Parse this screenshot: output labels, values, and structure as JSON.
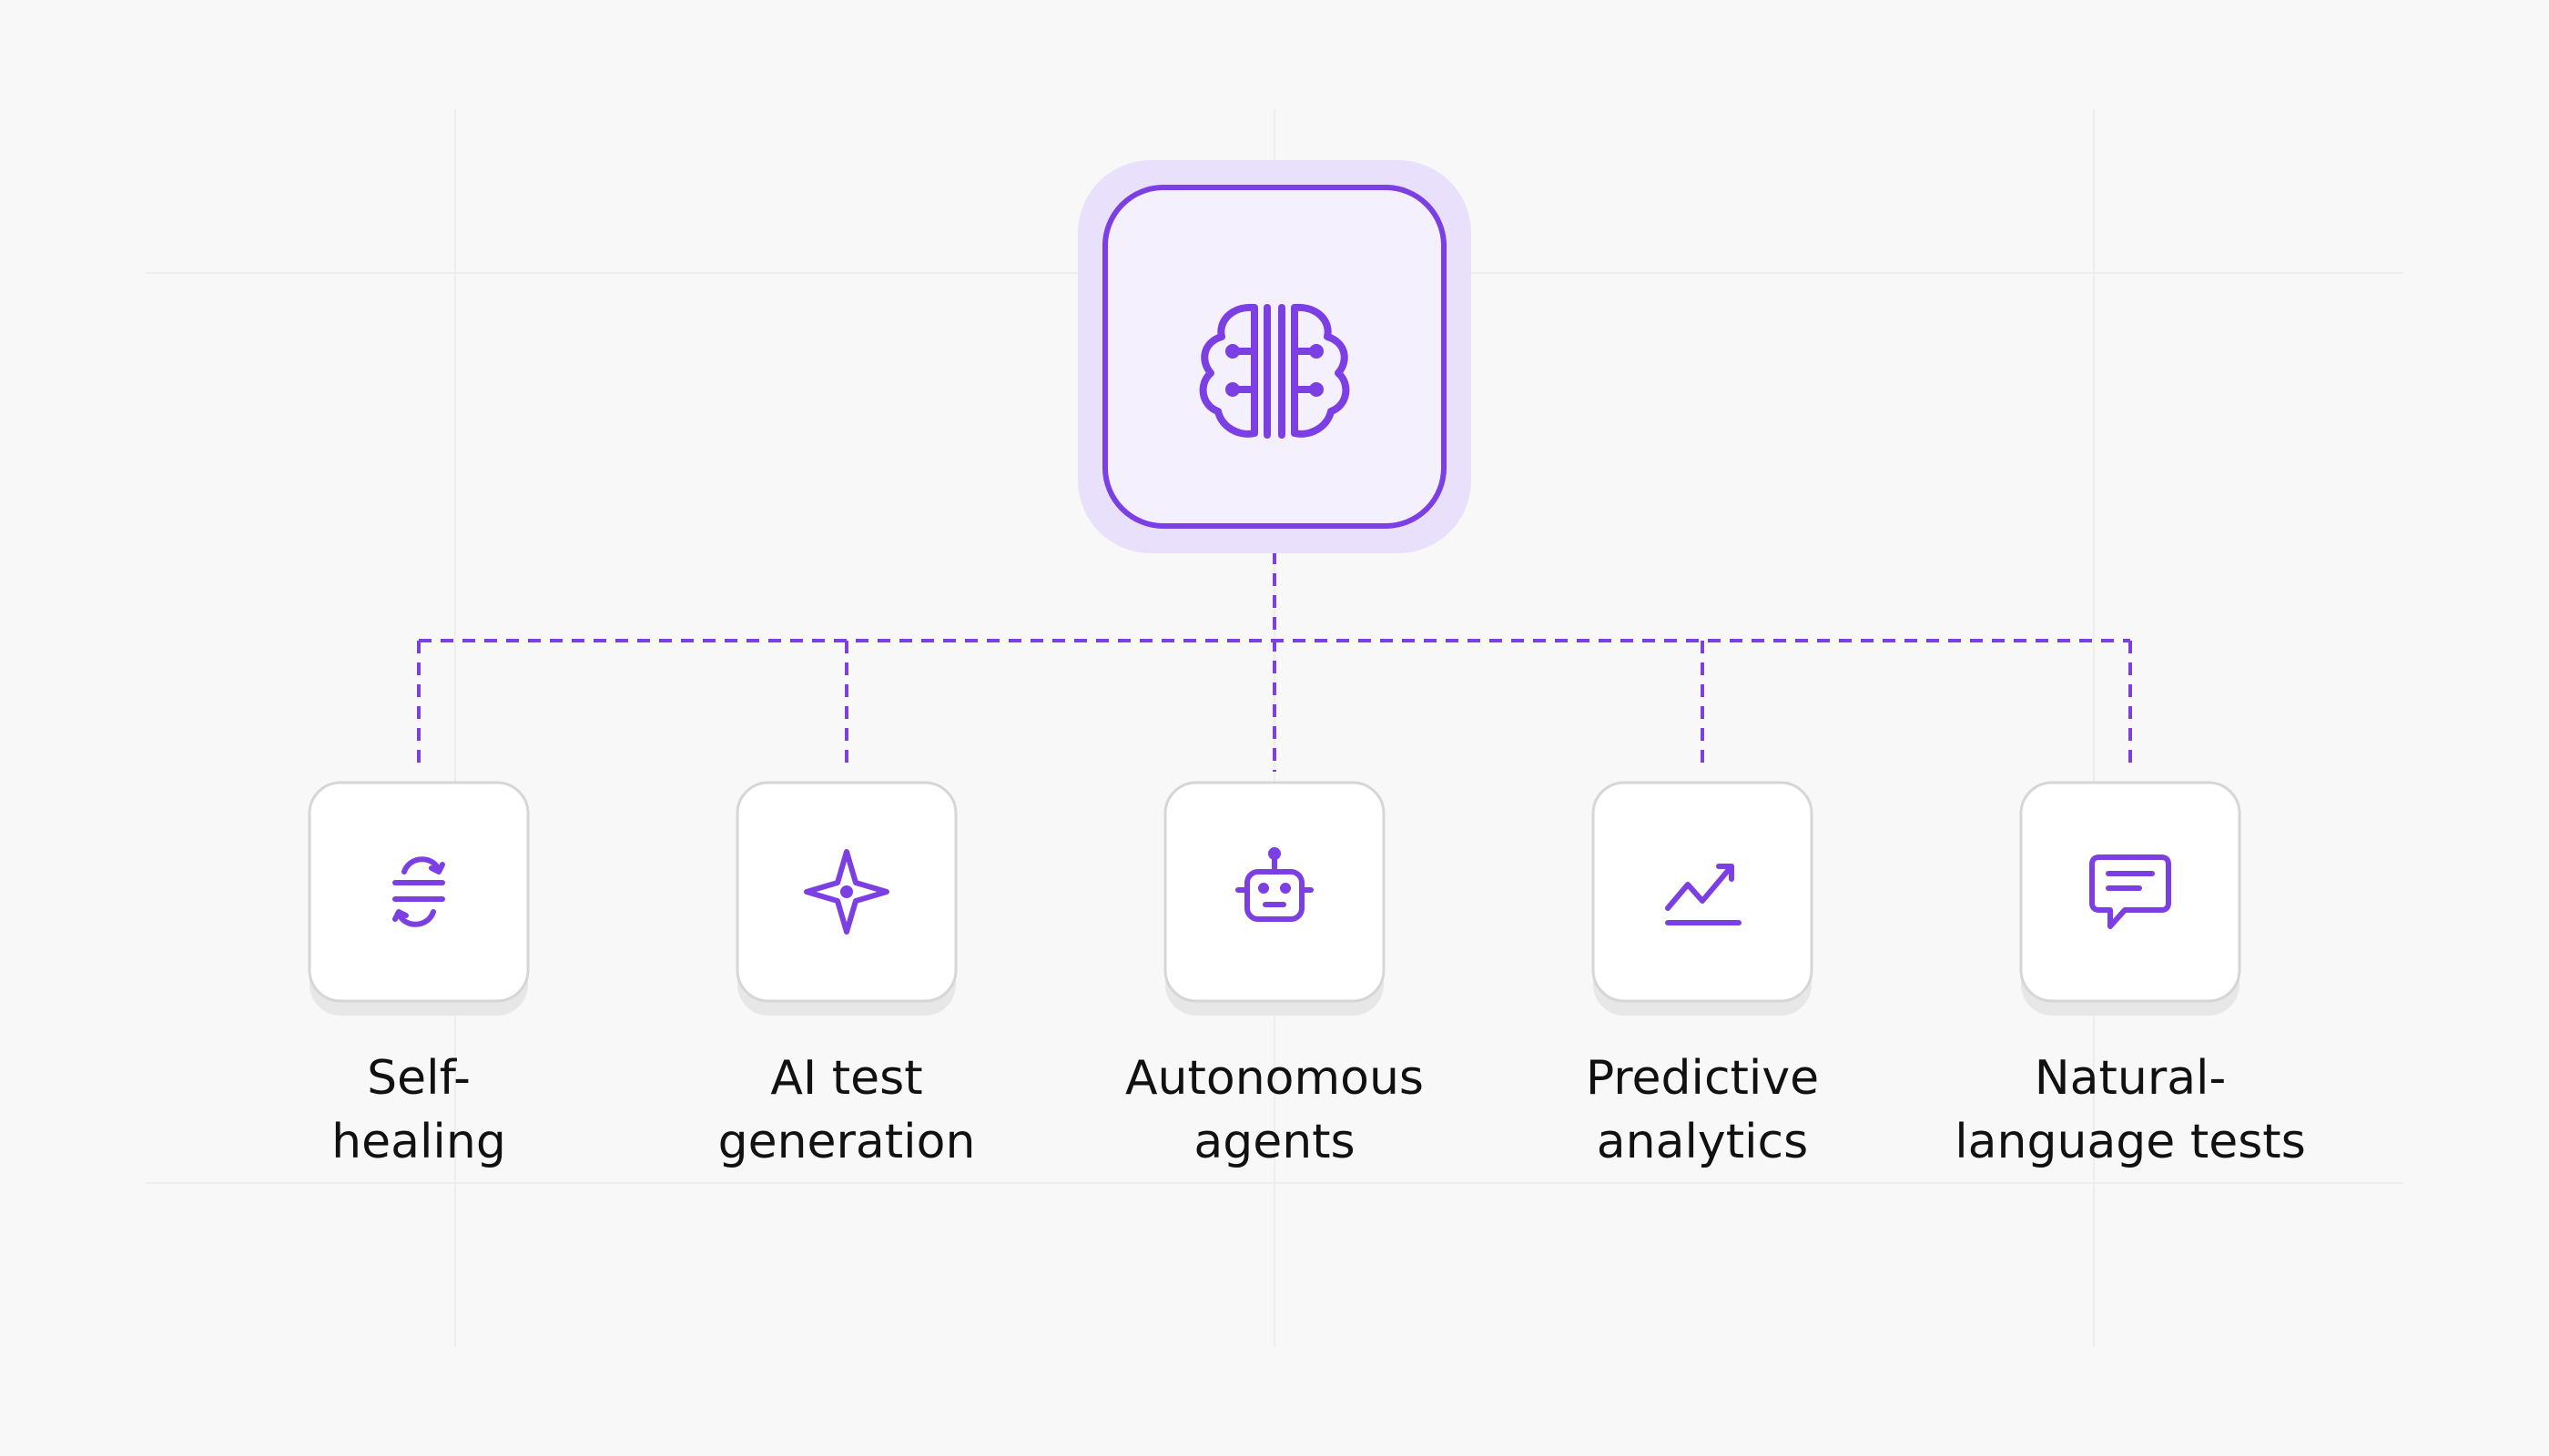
{
  "diagram": {
    "hub": {
      "icon": "brain-circuit-icon"
    },
    "nodes": [
      {
        "icon": "sync-refresh-icon",
        "label_lines": [
          "Self-",
          "healing"
        ]
      },
      {
        "icon": "sparkle-icon",
        "label_lines": [
          "AI test",
          "generation"
        ]
      },
      {
        "icon": "robot-icon",
        "label_lines": [
          "Autonomous",
          "agents"
        ]
      },
      {
        "icon": "trend-chart-icon",
        "label_lines": [
          "Predictive",
          "analytics"
        ]
      },
      {
        "icon": "chat-message-icon",
        "label_lines": [
          "Natural-",
          "language tests"
        ]
      }
    ],
    "colors": {
      "accent": "#7b3fe4",
      "hub_fill": "#f4f0fd",
      "hub_halo": "#e9e1fb",
      "card_fill": "#ffffff",
      "card_border": "#d6d6d6",
      "background": "#f8f8f8",
      "text": "#111111"
    }
  }
}
